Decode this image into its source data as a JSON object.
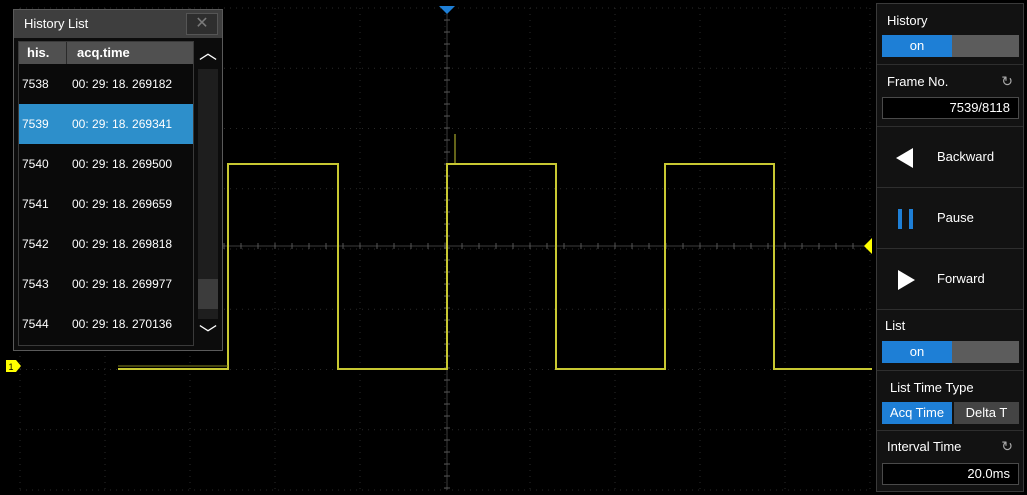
{
  "history_list": {
    "title": "History List",
    "columns": [
      "his.",
      "acq.time"
    ],
    "rows": [
      {
        "his": "7538",
        "time": "00: 29: 18. 269182"
      },
      {
        "his": "7539",
        "time": "00: 29: 18. 269341"
      },
      {
        "his": "7540",
        "time": "00: 29: 18. 269500"
      },
      {
        "his": "7541",
        "time": "00: 29: 18. 269659"
      },
      {
        "his": "7542",
        "time": "00: 29: 18. 269818"
      },
      {
        "his": "7543",
        "time": "00: 29: 18. 269977"
      },
      {
        "his": "7544",
        "time": "00: 29: 18. 270136"
      }
    ],
    "selected_row": 1
  },
  "menu": {
    "history_label": "History",
    "history_state": "on",
    "frame_label": "Frame No.",
    "frame_value": "7539/8118",
    "backward_label": "Backward",
    "pause_label": "Pause",
    "forward_label": "Forward",
    "list_label": "List",
    "list_state": "on",
    "list_time_type_label": "List Time Type",
    "acq_time_label": "Acq Time",
    "delta_t_label": "Delta T",
    "interval_label": "Interval Time",
    "interval_value": "20.0ms"
  },
  "channel": {
    "marker": "1",
    "color": "#c8c832"
  },
  "colors": {
    "accent": "#1e7fd6",
    "selected": "#2d8fcb",
    "trigger": "#ffff00"
  }
}
